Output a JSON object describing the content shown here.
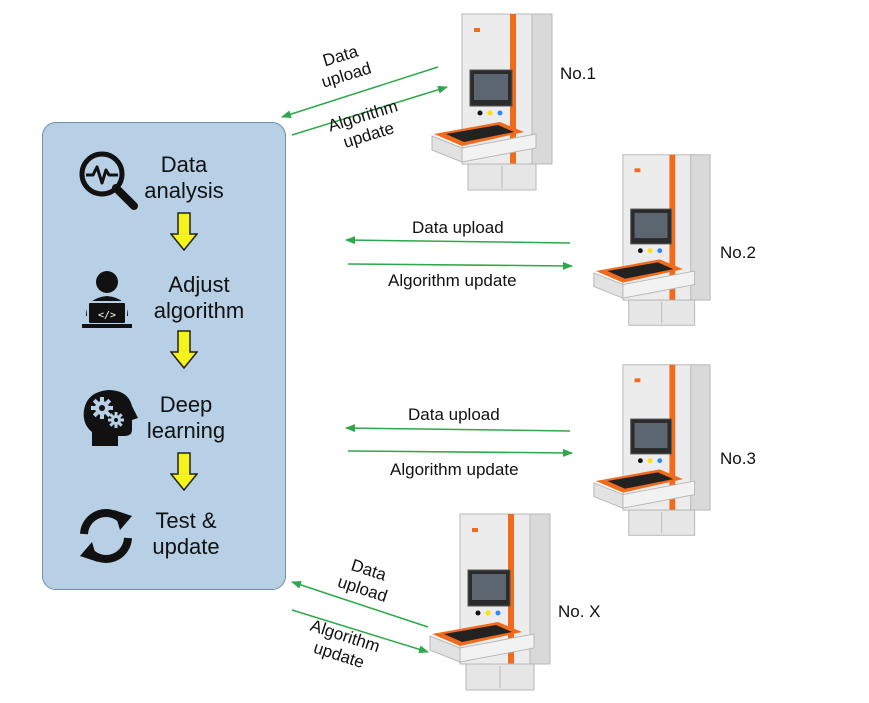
{
  "process": {
    "steps": [
      {
        "label_line1": "Data",
        "label_line2": "analysis",
        "icon": "magnifier-pulse-icon"
      },
      {
        "label_line1": "Adjust",
        "label_line2": "algorithm",
        "icon": "developer-laptop-icon"
      },
      {
        "label_line1": "Deep",
        "label_line2": "learning",
        "icon": "head-gears-icon"
      },
      {
        "label_line1": "Test &",
        "label_line2": "update",
        "icon": "refresh-arrows-icon"
      }
    ]
  },
  "machines": [
    {
      "label": "No.1",
      "upload_line1": "Data",
      "upload_line2": "upload",
      "update_line1": "Algorithm",
      "update_line2": "update"
    },
    {
      "label": "No.2",
      "upload": "Data upload",
      "update": "Algorithm update"
    },
    {
      "label": "No.3",
      "upload": "Data upload",
      "update": "Algorithm update"
    },
    {
      "label": "No. X",
      "upload_line1": "Data",
      "upload_line2": "upload",
      "update_line1": "Algorithm",
      "update_line2": "update"
    }
  ],
  "colors": {
    "panel": "#b8d0e6",
    "arrow_green": "#2ea84a",
    "step_arrow_yellow": "#f5f31c",
    "machine_accent": "#f26a1b"
  }
}
